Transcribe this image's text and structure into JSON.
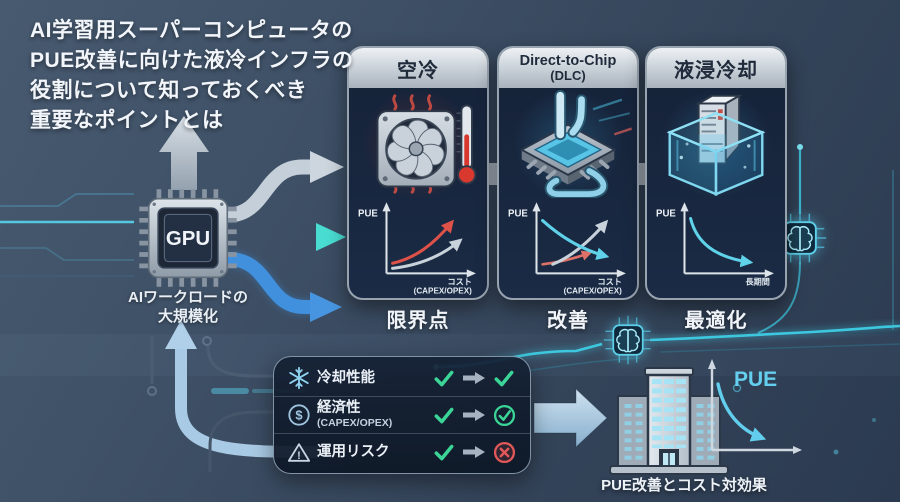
{
  "title": {
    "lines": [
      "AI学習用スーパーコンピュータの",
      "PUE改善に向けた液冷インフラの",
      "役割について知っておくべき",
      "重要なポイントとは"
    ]
  },
  "gpu": {
    "chip_label": "GPU",
    "caption_line1": "AIワークロードの",
    "caption_line2": "大規模化"
  },
  "panels": [
    {
      "header_line1": "空冷",
      "header_line2": "",
      "caption": "限界点",
      "chart": {
        "y_label": "PUE",
        "x_label_line1": "コスト",
        "x_label_line2": "(CAPEX/OPEX)"
      }
    },
    {
      "header_line1": "Direct-to-Chip",
      "header_line2": "(DLC)",
      "caption": "改善",
      "chart": {
        "y_label": "PUE",
        "x_label_line1": "コスト",
        "x_label_line2": "(CAPEX/OPEX)"
      }
    },
    {
      "header_line1": "液浸冷却",
      "header_line2": "",
      "caption": "最適化",
      "chart": {
        "y_label": "PUE",
        "x_label_line1": "長期間",
        "x_label_line2": ""
      }
    }
  ],
  "comparison": {
    "rows": [
      {
        "icon": "snowflake-icon",
        "icon_glyph": "",
        "label": "冷却性能",
        "label_sub": "",
        "before": "check",
        "after": "check"
      },
      {
        "icon": "dollar-icon",
        "icon_glyph": "$",
        "label": "経済性",
        "label_sub": "(CAPEX/OPEX)",
        "before": "check",
        "after": "check-circle"
      },
      {
        "icon": "warning-icon",
        "icon_glyph": "!",
        "label": "運用リスク",
        "label_sub": "",
        "before": "check",
        "after": "cross-circle"
      }
    ]
  },
  "outcome": {
    "caption": "PUE改善とコスト対効果",
    "chart_y_label": "PUE"
  },
  "colors": {
    "background_top": "#485a70",
    "background_bottom": "#2b3a50",
    "accent_cyan": "#4fd8e8",
    "accent_blue": "#3f8edb",
    "silver": "#c6cfd8",
    "heat_red": "#d8382e",
    "success_green": "#3bd597",
    "risk_red": "#e25858",
    "panel_header_bg": "#cdd5dc",
    "panel_body_bg": "#17263c"
  }
}
